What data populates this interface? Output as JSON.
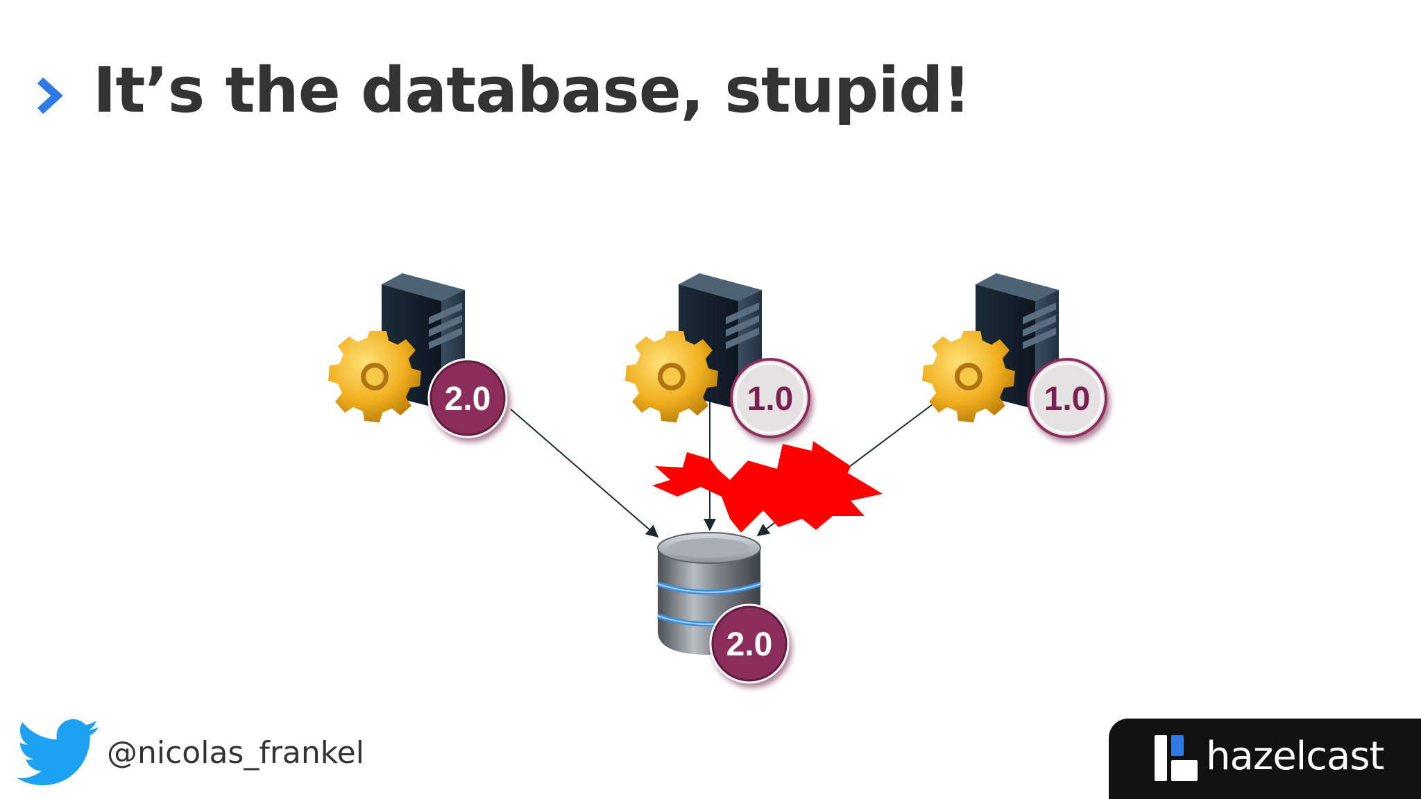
{
  "slide": {
    "title": "It’s the database, stupid!",
    "accent_color": "#2f7ae5"
  },
  "diagram": {
    "servers": [
      {
        "version": "2.0",
        "highlighted": true
      },
      {
        "version": "1.0",
        "highlighted": false
      },
      {
        "version": "1.0",
        "highlighted": false
      }
    ],
    "database": {
      "version": "2.0",
      "highlighted": true
    },
    "conflict_color": "#ff0000",
    "badge_color": "#8c2d5c",
    "badge_light_color": "#e4e2e3"
  },
  "footer": {
    "twitter_handle": "@nicolas_frankel",
    "twitter_color": "#1da1f2",
    "brand": "hazelcast"
  }
}
